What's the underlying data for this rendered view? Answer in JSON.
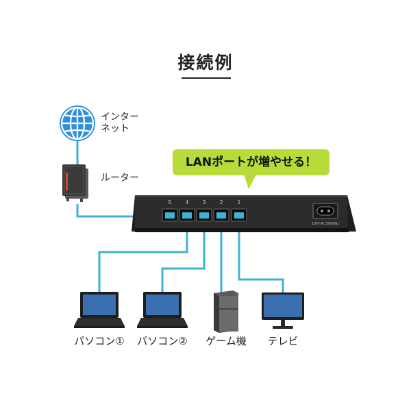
{
  "title": "接続例",
  "internet_label": "インター\nネット",
  "router_label": "ルーター",
  "callout": "LANポートが増やせる！",
  "port_numbers": [
    "5",
    "4",
    "3",
    "2",
    "1"
  ],
  "power_label": "100V AC 50/60Hz",
  "devices": [
    {
      "label": "パソコン①",
      "icon": "laptop-icon"
    },
    {
      "label": "パソコン②",
      "icon": "laptop-icon"
    },
    {
      "label": "ゲーム機",
      "icon": "game-console-icon"
    },
    {
      "label": "テレビ",
      "icon": "monitor-icon"
    }
  ],
  "colors": {
    "cable": "#3db1d6",
    "globe": "#2f8fd8",
    "callout": "#b7dc3a",
    "switch": "#2a2a2a",
    "router_accent": "#d9452b"
  }
}
